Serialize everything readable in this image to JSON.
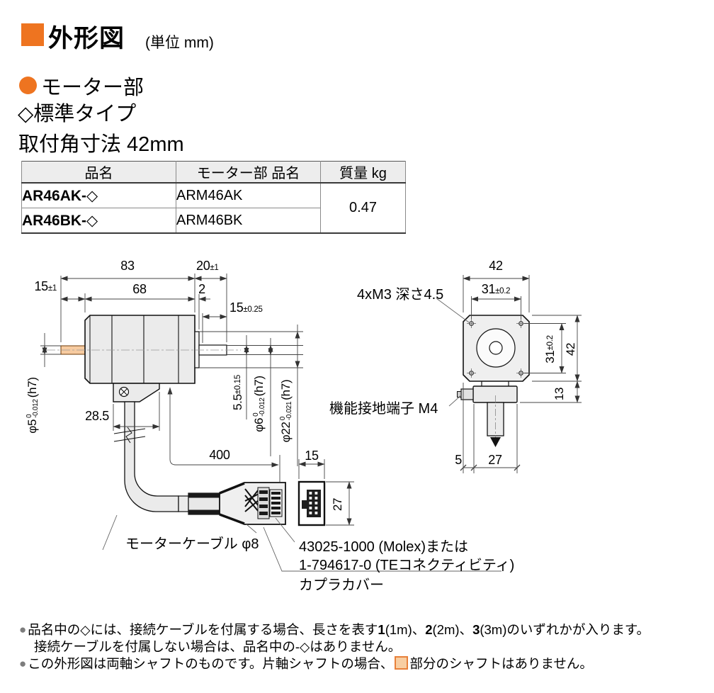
{
  "header": {
    "title": "外形図",
    "unit": "(単位 mm)"
  },
  "sections": {
    "motor_part": "モーター部",
    "standard_type": "◇標準タイプ",
    "mount_size": "取付角寸法 42mm"
  },
  "table": {
    "headers": [
      "品名",
      "モーター部 品名",
      "質量 kg"
    ],
    "rows": [
      {
        "name": "AR46AK-◇",
        "motor": "ARM46AK"
      },
      {
        "name": "AR46BK-◇",
        "motor": "ARM46BK"
      }
    ],
    "mass": "0.47"
  },
  "dims": {
    "d83": "83",
    "d20": {
      "v": "20",
      "tol": "±1"
    },
    "d15_left": {
      "v": "15",
      "tol": "±1"
    },
    "d68": "68",
    "d2": "2",
    "d15_right": {
      "v": "15",
      "tol": "±0.25"
    },
    "d28_5": "28.5",
    "d400": "400",
    "d15_conn": "15",
    "d27_conn": "27",
    "d5_5": {
      "v": "5.5",
      "tol": "±0.15"
    },
    "phi5": {
      "pre": "φ5",
      "tol_top": "0",
      "tol_bot": "-0.012",
      "suf": "(h7)"
    },
    "phi6": {
      "pre": "φ6",
      "tol_top": "0",
      "tol_bot": "-0.012",
      "suf": "(h7)"
    },
    "phi22": {
      "pre": "φ22",
      "tol_top": "0",
      "tol_bot": "-0.021",
      "suf": "(h7)"
    },
    "d42_top": "42",
    "d31_top": {
      "v": "31",
      "tol": "±0.2"
    },
    "d31_right": {
      "v": "31",
      "tol": "±0.2"
    },
    "d42_right": "42",
    "d13": "13",
    "d5_bot": "5",
    "d27_bot": "27"
  },
  "callouts": {
    "m3_holes": "4xM3 深さ4.5",
    "ground_terminal": "機能接地端子 M4",
    "motor_cable": "モーターケーブル φ8",
    "connector_line1": "43025-1000 (Molex)または",
    "connector_line2": "1-794617-0 (TEコネクティビティ)",
    "coupler_cover": "カプラカバー"
  },
  "notes": {
    "n1a": "品名中の◇には、接続ケーブルを付属する場合、長さを表す",
    "n1b": "1",
    "n1c": "(1m)、",
    "n1d": "2",
    "n1e": "(2m)、",
    "n1f": "3",
    "n1g": "(3m)のいずれかが入ります。",
    "n1_line2": "接続ケーブルを付属しない場合は、品名中の-◇はありません。",
    "n2a": "この外形図は両軸シャフトのものです。片軸シャフトの場合、",
    "n2b": "部分のシャフトはありません。"
  },
  "colors": {
    "accent_orange": "#EE7420",
    "shaft_highlight_fill": "#F7CBA0",
    "shaft_highlight_border": "#E8803A",
    "body_gray": "#EBEBEB",
    "table_header_bg": "#EDEDED",
    "note_bullet_gray": "#7D7D7D"
  }
}
